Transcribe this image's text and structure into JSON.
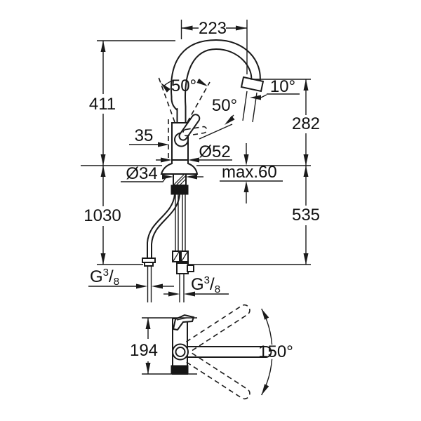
{
  "drawing_title": "faucet-dimensional-drawing",
  "colors": {
    "line": "#1a1a1a",
    "background": "#ffffff"
  },
  "front_view": {
    "spout_reach": "223",
    "height_to_spout_top": "411",
    "handle_swing_angle": "50°",
    "handle_side_angle": "50°",
    "outlet_angle": "10°",
    "handle_offset": "35",
    "outlet_to_deck_height": "282",
    "body_diameter": "Ø52",
    "hole_diameter": "Ø34",
    "max_deck_thickness": "max.60",
    "hose_drop_length": "1030",
    "supply_drop_length": "535"
  },
  "thread": {
    "base": "G",
    "numerator": "3",
    "slash": "/",
    "denominator": "8"
  },
  "top_view": {
    "depth": "194",
    "swivel_range": "150°"
  }
}
